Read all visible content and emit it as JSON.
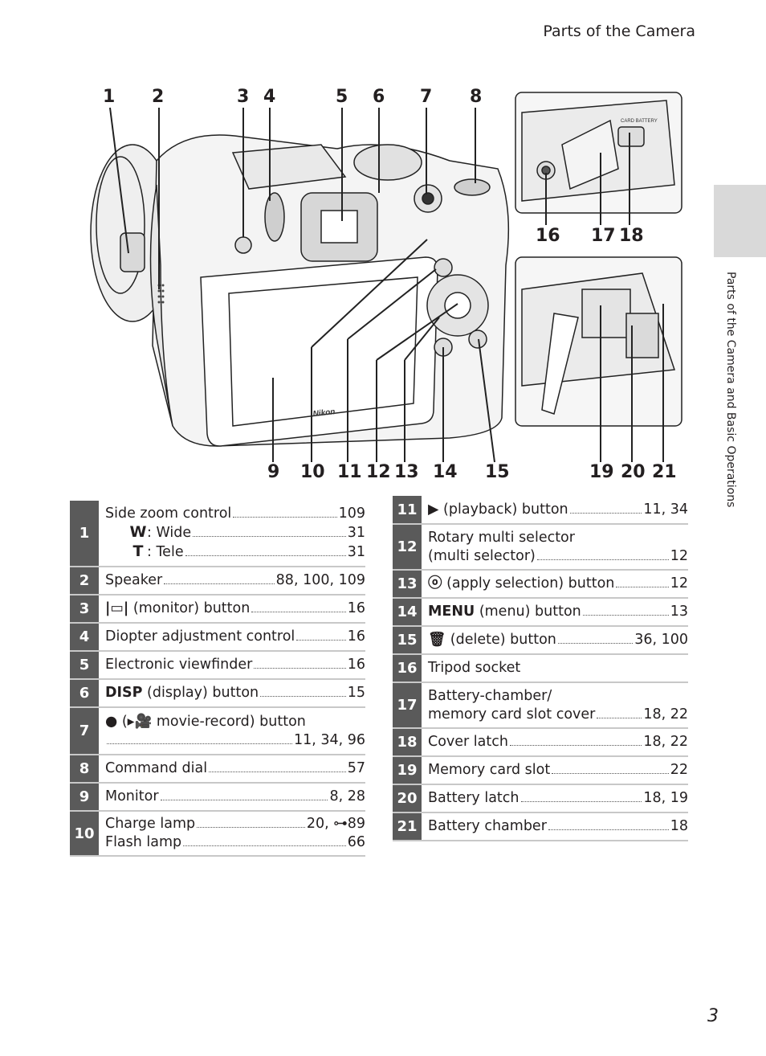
{
  "header": "Parts of the Camera",
  "side_tab_text": "Parts of the Camera and Basic Operations",
  "page_number": "3",
  "callouts": [
    "1",
    "2",
    "3",
    "4",
    "5",
    "6",
    "7",
    "8",
    "16",
    "17",
    "18",
    "9",
    "10",
    "11",
    "12",
    "13",
    "14",
    "15",
    "19",
    "20",
    "21"
  ],
  "left_table": [
    {
      "num": "1",
      "label": "Side zoom control",
      "page": "109",
      "sub": [
        {
          "key": "W",
          "label": "Wide",
          "page": "31"
        },
        {
          "key": "T",
          "label": "Tele",
          "page": "31"
        }
      ]
    },
    {
      "num": "2",
      "label": "Speaker",
      "page": "88, 100, 109"
    },
    {
      "num": "3",
      "icon": "|▭|",
      "label": "(monitor) button",
      "page": "16"
    },
    {
      "num": "4",
      "label": "Diopter adjustment control",
      "page": "16"
    },
    {
      "num": "5",
      "label": "Electronic viewfinder",
      "page": "16"
    },
    {
      "num": "6",
      "icon": "DISP",
      "label": "(display) button",
      "page": "15"
    },
    {
      "num": "7",
      "icon": "●",
      "label": "(▸🎥 movie-record) button",
      "page": "11, 34, 96"
    },
    {
      "num": "8",
      "label": "Command dial",
      "page": "57"
    },
    {
      "num": "9",
      "label": "Monitor",
      "page": "8, 28"
    },
    {
      "num": "10",
      "label": "Charge lamp",
      "page": "20, ⊶89",
      "label2": "Flash lamp",
      "page2": "66"
    }
  ],
  "right_table": [
    {
      "num": "11",
      "icon": "▶",
      "label": "(playback) button",
      "page": "11, 34"
    },
    {
      "num": "12",
      "label": "Rotary multi selector",
      "label2": "(multi selector)",
      "page2": "12"
    },
    {
      "num": "13",
      "icon": "ⓞ",
      "label": "(apply selection) button",
      "page": "12"
    },
    {
      "num": "14",
      "icon": "MENU",
      "label": "(menu) button",
      "page": "13"
    },
    {
      "num": "15",
      "icon": "🗑",
      "label": "(delete) button",
      "page": "36, 100"
    },
    {
      "num": "16",
      "label": "Tripod socket",
      "page": ""
    },
    {
      "num": "17",
      "label": "Battery-chamber/",
      "label2": "memory card slot cover",
      "page2": "18, 22"
    },
    {
      "num": "18",
      "label": "Cover latch",
      "page": "18, 22"
    },
    {
      "num": "19",
      "label": "Memory card slot",
      "page": "22"
    },
    {
      "num": "20",
      "label": "Battery latch",
      "page": "18, 19"
    },
    {
      "num": "21",
      "label": "Battery chamber",
      "page": "18"
    }
  ],
  "camera_text": {
    "brand": "Nikon",
    "battery_label": "CARD BATTERY"
  }
}
